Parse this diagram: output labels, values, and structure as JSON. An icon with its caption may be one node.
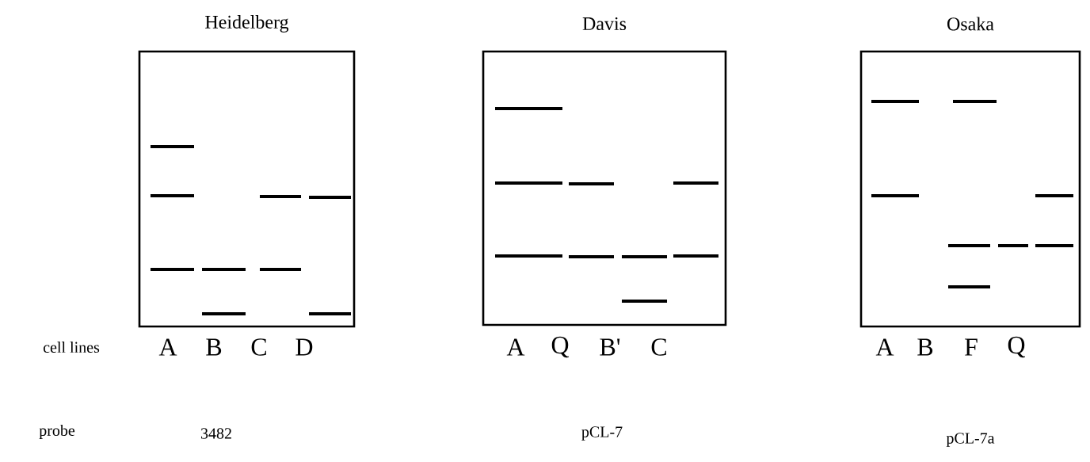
{
  "diagram": {
    "nodes": [
      {
        "text": [
          "Heidelberg"
        ]
      },
      {
        "text": [
          "Davis"
        ]
      },
      {
        "text": [
          "Osaka"
        ]
      }
    ],
    "labels": [
      "cell lines",
      "A",
      "B",
      "C",
      "D",
      "A",
      "Q",
      "B'",
      "C",
      "A",
      "B",
      "F",
      "Q",
      "probe",
      "3482",
      "pCL-7",
      "pCL-7a"
    ]
  }
}
